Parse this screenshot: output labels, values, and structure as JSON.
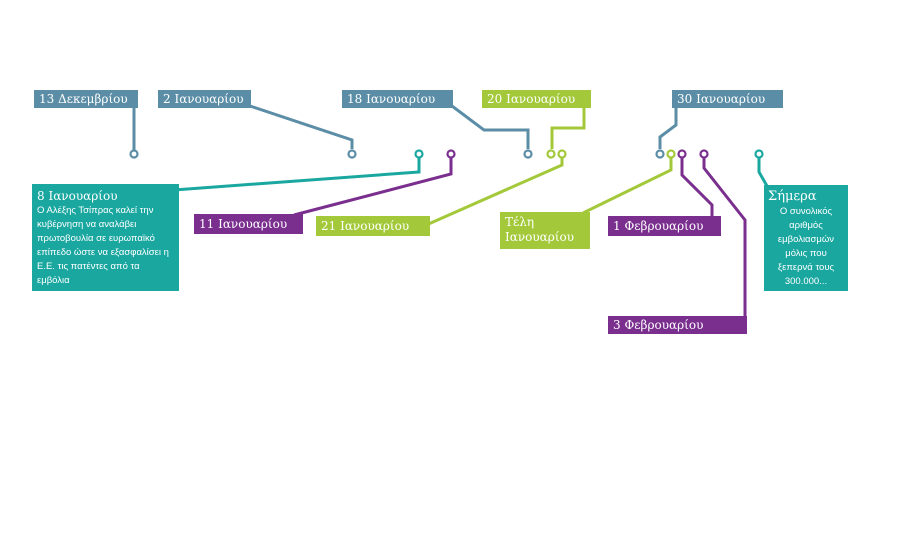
{
  "colors": {
    "blue": "#5b8ea6",
    "green": "#a3c93a",
    "purple": "#7a2f8f",
    "teal": "#1aa7a0"
  },
  "events": {
    "dec13": {
      "date": "13 Δεκεμβρίου"
    },
    "jan2": {
      "date": "2 Ιανουαρίου"
    },
    "jan8": {
      "date": "8 Ιανουαρίου",
      "text": "Ο Αλέξης Τσίπρας καλεί την κυβέρνηση να αναλάβει πρωτοβουλία σε ευρωπαϊκό επίπεδο ώστε να εξασφαλίσει η Ε.Ε. τις πατέντες από τα εμβόλια"
    },
    "jan11": {
      "date": "11 Ιανουαρίου"
    },
    "jan18": {
      "date": "18 Ιανουαρίου"
    },
    "jan20": {
      "date": "20 Ιανουαρίου"
    },
    "jan21": {
      "date": "21 Ιανουαρίου"
    },
    "jan30": {
      "date": "30 Ιανουαρίου"
    },
    "late_jan": {
      "date": "Τέλη Ιανουαρίου"
    },
    "feb1": {
      "date": "1 Φεβρουαρίου"
    },
    "feb3": {
      "date": "3 Φεβρουαρίου"
    },
    "today": {
      "date": "Σήμερα",
      "text": "Ο συνολικός αριθμός εμβολιασμών μόλις που ξεπερνά τους 300.000..."
    }
  }
}
